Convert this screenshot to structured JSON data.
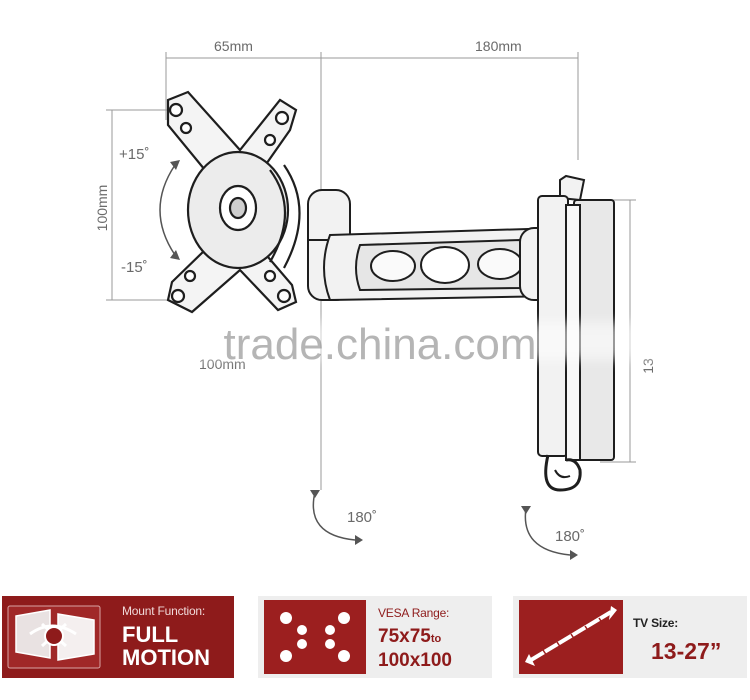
{
  "dimensions": {
    "top_left": "65mm",
    "top_right": "180mm",
    "left_vertical": "100mm",
    "bottom_plate": "100mm",
    "right_edge": "13",
    "tilt_up": "+15˚",
    "tilt_down": "-15˚",
    "swivel_1": "180˚",
    "swivel_2": "180˚"
  },
  "watermark": "trade.china.com",
  "features": {
    "mount_function": {
      "label": "Mount Function:",
      "value_line1": "FULL",
      "value_line2": "MOTION"
    },
    "vesa": {
      "label": "VESA Range:",
      "value_line1": "75x75",
      "value_to": "to",
      "value_line2": "100x100"
    },
    "tv_size": {
      "label": "TV Size:",
      "value": "13-27”"
    }
  },
  "colors": {
    "accent": "#8e1b1b",
    "panel_bg": "#eeeeee",
    "line": "#7a7a7a",
    "dark": "#222222"
  }
}
